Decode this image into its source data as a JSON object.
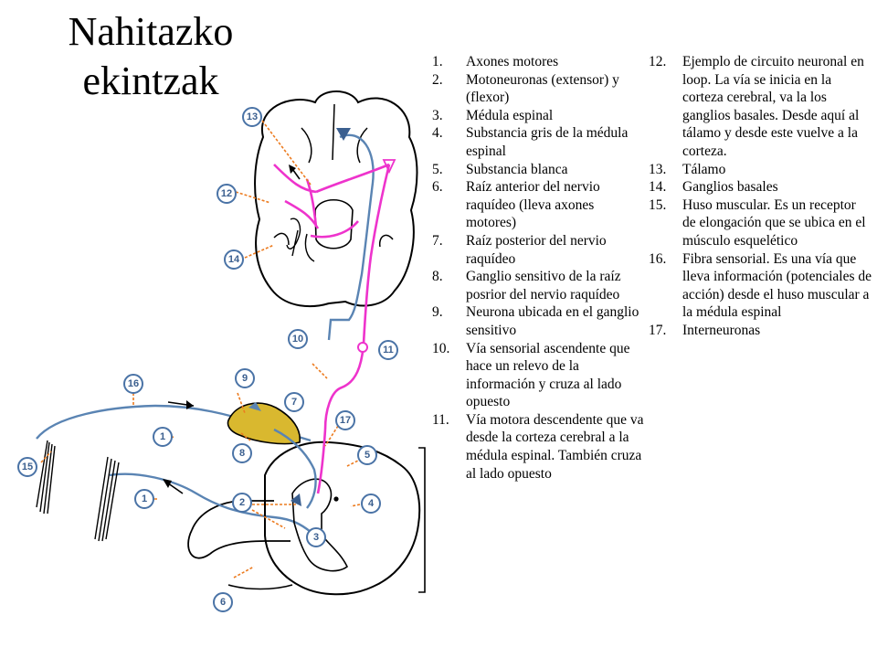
{
  "title": {
    "line1": "Nahitazko",
    "line2": "ekintzak"
  },
  "labels": {
    "n1a": "1",
    "n1b": "1",
    "n2": "2",
    "n3": "3",
    "n4": "4",
    "n5": "5",
    "n6": "6",
    "n7": "7",
    "n8": "8",
    "n9": "9",
    "n10": "10",
    "n11": "11",
    "n12": "12",
    "n13": "13",
    "n14": "14",
    "n15": "15",
    "n16": "16",
    "n17": "17"
  },
  "legend_left": [
    {
      "num": "1.",
      "text": "Axones motores"
    },
    {
      "num": "2.",
      "text": "Motoneuronas (extensor) y (flexor)"
    },
    {
      "num": "3.",
      "text": "Médula espinal"
    },
    {
      "num": "4.",
      "text": "Substancia gris de la médula espinal"
    },
    {
      "num": "5.",
      "text": "Substancia blanca"
    },
    {
      "num": "6.",
      "text": "Raíz anterior del nervio raquídeo (lleva axones motores)"
    },
    {
      "num": "7.",
      "text": "Raíz posterior del nervio raquídeo"
    },
    {
      "num": "8.",
      "text": "Ganglio sensitivo de la raíz posrior del nervio raquídeo"
    },
    {
      "num": "9.",
      "text": "Neurona ubicada en el ganglio sensitivo"
    },
    {
      "num": "10.",
      "text": "Vía sensorial ascendente que hace un relevo de la información y cruza al lado opuesto"
    },
    {
      "num": "11.",
      "text": "Vía motora descendente que va desde la corteza cerebral a la médula espinal. También cruza al lado opuesto"
    }
  ],
  "legend_right": [
    {
      "num": "12.",
      "text": "Ejemplo de circuito neuronal en loop. La vía se inicia en la corteza cerebral, va la los ganglios basales. Desde aquí al tálamo y desde este vuelve a la corteza."
    },
    {
      "num": "13.",
      "text": "Tálamo"
    },
    {
      "num": "14.",
      "text": "Ganglios basales"
    },
    {
      "num": "15.",
      "text": "Huso muscular. Es un receptor de elongación que se ubica en el músculo esquelético"
    },
    {
      "num": "16.",
      "text": "Fibra sensorial. Es una vía que lleva información (potenciales de acción) desde el huso muscular a la médula espinal"
    },
    {
      "num": "17.",
      "text": "Interneuronas"
    }
  ],
  "colors": {
    "motor_path": "#ee33cc",
    "sensory_path": "#5a84b3",
    "ganglion": "#d9b82f",
    "badge": "#4a73a6",
    "leader": "#ec7b1f"
  },
  "icons": [
    "brain-section",
    "spinal-cord-section",
    "dorsal-root-ganglion",
    "muscle-spindle",
    "label-badge"
  ]
}
